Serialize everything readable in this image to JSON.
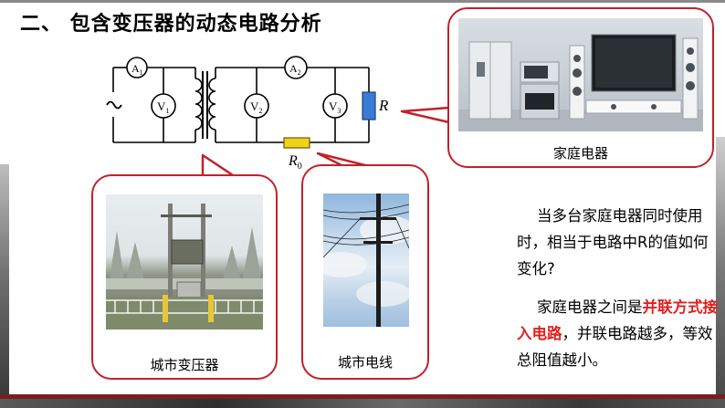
{
  "title": "二、  包含变压器的动态电路分析",
  "circuit": {
    "meter_a1": "A",
    "meter_a1_sub": "1",
    "meter_a2": "A",
    "meter_a2_sub": "2",
    "meter_v1": "V",
    "meter_v1_sub": "1",
    "meter_v2": "V",
    "meter_v2_sub": "2",
    "meter_v3": "V",
    "meter_v3_sub": "3",
    "resistor_r": "R",
    "resistor_r0": "R",
    "resistor_r0_sub": "0"
  },
  "bubbles": {
    "appliances_caption": "家庭电器",
    "transformer_caption": "城市变压器",
    "wires_caption": "城市电线"
  },
  "question": {
    "text": "当多台家庭电器同时使用时，相当于电路中R的值如何变化?"
  },
  "answer": {
    "part1": "家庭电器之间是",
    "highlight": "并联方式接入电路",
    "part2": "，并联电路越多，等效总阻值越小。"
  },
  "colors": {
    "accent_red": "#c0222a",
    "highlight_red": "#e02020",
    "resistor_blue": "#3a7bd5",
    "resistor_yellow": "#f2d21a"
  }
}
